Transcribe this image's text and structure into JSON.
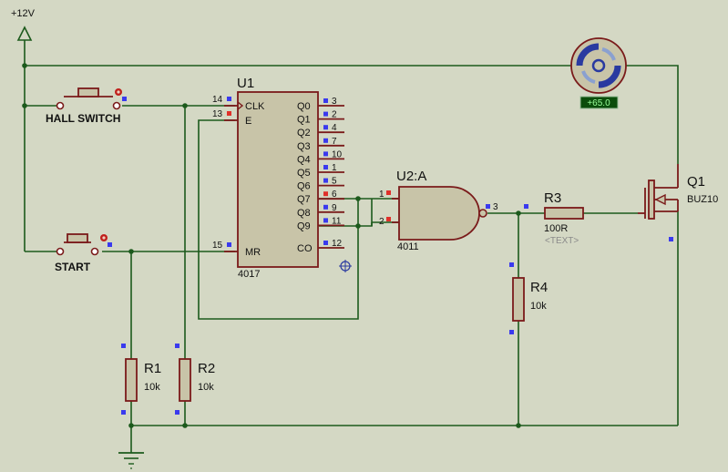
{
  "supply": {
    "label": "+12V"
  },
  "u1": {
    "ref": "U1",
    "part": "4017",
    "left_pins": [
      {
        "num": "14",
        "name": "CLK"
      },
      {
        "num": "13",
        "name": "E"
      },
      {
        "num": "15",
        "name": "MR"
      }
    ],
    "right_pins": [
      {
        "num": "3",
        "name": "Q0"
      },
      {
        "num": "2",
        "name": "Q1"
      },
      {
        "num": "4",
        "name": "Q2"
      },
      {
        "num": "7",
        "name": "Q3"
      },
      {
        "num": "10",
        "name": "Q4"
      },
      {
        "num": "1",
        "name": "Q5"
      },
      {
        "num": "5",
        "name": "Q6"
      },
      {
        "num": "6",
        "name": "Q7"
      },
      {
        "num": "9",
        "name": "Q8"
      },
      {
        "num": "11",
        "name": "Q9"
      },
      {
        "num": "12",
        "name": "CO"
      }
    ]
  },
  "u2": {
    "ref": "U2:A",
    "part": "4011",
    "pins": [
      "1",
      "2",
      "3"
    ]
  },
  "q1": {
    "ref": "Q1",
    "part": "BUZ10"
  },
  "r1": {
    "ref": "R1",
    "value": "10k"
  },
  "r2": {
    "ref": "R2",
    "value": "10k"
  },
  "r3": {
    "ref": "R3",
    "value": "100R",
    "text": "<TEXT>"
  },
  "r4": {
    "ref": "R4",
    "value": "10k"
  },
  "switches": {
    "hall": "HALL SWITCH",
    "start": "START"
  },
  "motor": {
    "readout": "+65.0"
  },
  "colors": {
    "wire": "#1c5a1c",
    "component": "#7a1a1a",
    "body": "#c8c4a8",
    "background": "#d4d8c4",
    "pin_marker": "#3a3aee",
    "active_pin": "#e0302a"
  }
}
